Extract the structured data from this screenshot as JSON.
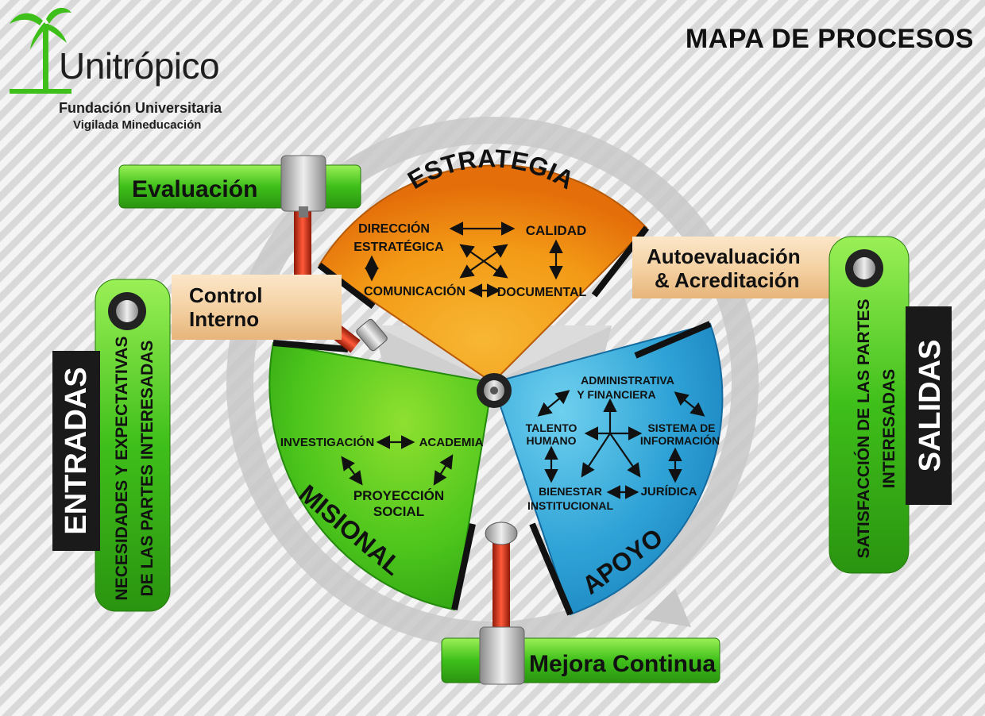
{
  "header": {
    "title": "MAPA DE PROCESOS"
  },
  "logo": {
    "name": "Unitrópico",
    "line1": "Fundación Universitaria",
    "line2": "Vigilada Mineducación",
    "icon": "palm-tree-icon"
  },
  "inputs": {
    "tab_label": "ENTRADAS",
    "description_line1": "NECESIDADES Y EXPECTATIVAS",
    "description_line2": "DE LAS PARTES INTERESADAS"
  },
  "outputs": {
    "tab_label": "SALIDAS",
    "description_line1": "SATISFACCIÓN DE LAS PARTES",
    "description_line2": "INTERESADAS"
  },
  "controls": {
    "evaluacion": "Evaluación",
    "control_interno_line1": "Control",
    "control_interno_line2": "Interno",
    "autoevaluacion_line1": "Autoevaluación",
    "autoevaluacion_line2": "& Acreditación",
    "mejora": "Mejora Continua"
  },
  "sectors": {
    "estrategia": {
      "title": "ESTRATEGIA",
      "color": "#f39a16",
      "items": {
        "direccion_line1": "DIRECCIÓN",
        "direccion_line2": "ESTRATÉGICA",
        "calidad": "CALIDAD",
        "comunicacion": "COMUNICACIÓN",
        "documental": "DOCUMENTAL"
      }
    },
    "misional": {
      "title": "MISIONAL",
      "color": "#4cc51c",
      "items": {
        "investigacion": "INVESTIGACIÓN",
        "academia": "ACADEMIA",
        "proyeccion_line1": "PROYECCIÓN",
        "proyeccion_line2": "SOCIAL"
      }
    },
    "apoyo": {
      "title": "APOYO",
      "color": "#2fa3d6",
      "items": {
        "administrativa_line1": "ADMINISTRATIVA",
        "administrativa_line2": "Y FINANCIERA",
        "talento_line1": "TALENTO",
        "talento_line2": "HUMANO",
        "sistema_line1": "SISTEMA DE",
        "sistema_line2": "INFORMACIÓN",
        "bienestar_line1": "BIENESTAR",
        "bienestar_line2": "INSTITUCIONAL",
        "juridica": "JURÍDICA"
      }
    }
  },
  "colors": {
    "green": "#3fbf1a",
    "band": "#f5d2a4",
    "dark_tab": "#1a1a1a",
    "pipe": "#cc2a10"
  }
}
